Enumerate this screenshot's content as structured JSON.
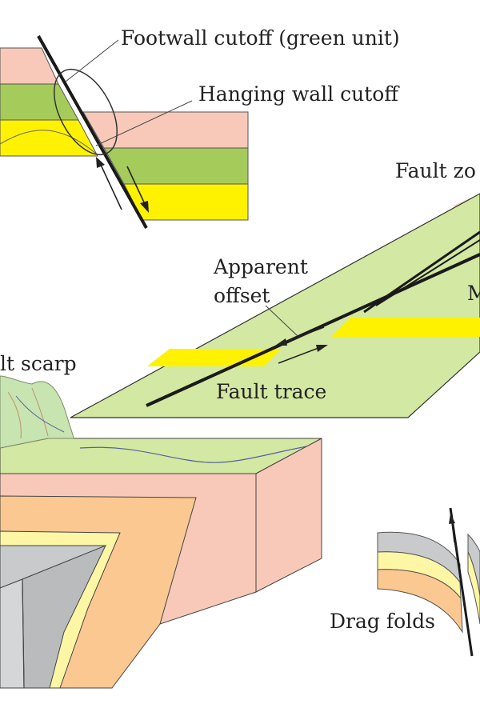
{
  "labels": {
    "footwall_cutoff": "Footwall cutoff (green unit)",
    "hanging_wall_cutoff": "Hanging wall cutoff",
    "fault_zone": "Fault zo",
    "apparent_line1": "Apparent",
    "apparent_line2": "offset",
    "m_partial": "M",
    "fault_scarp": "lt scarp",
    "fault_trace": "Fault trace",
    "drag_folds": "Drag folds"
  },
  "colors": {
    "pink": "#f8c9b8",
    "green": "#a5cc5a",
    "yellow": "#fff200",
    "light_green": "#d3e8a2",
    "orange": "#fcc891",
    "pale_yellow": "#fdf6a5",
    "gray": "#c8cacc",
    "fault_line": "#1a1a1a"
  }
}
